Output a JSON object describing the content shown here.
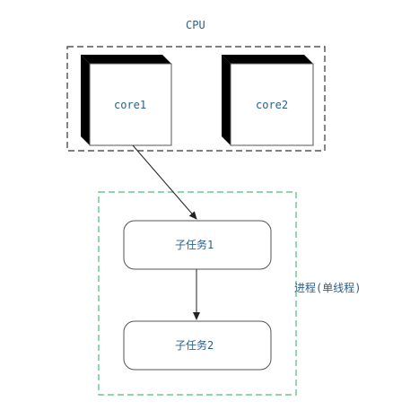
{
  "cpu": {
    "label": "CPU",
    "cores": [
      {
        "label": "core1"
      },
      {
        "label": "core2"
      }
    ]
  },
  "process": {
    "label": "进程(单线程)",
    "tasks": [
      {
        "label": "子任务1"
      },
      {
        "label": "子任务2"
      }
    ]
  },
  "colors": {
    "label_text": "#2a5f8a",
    "cpu_border": "#333333",
    "process_border": "#4bbf7a",
    "box_border": "#555555",
    "core_shadow": "#000000",
    "arrow": "#222222"
  }
}
